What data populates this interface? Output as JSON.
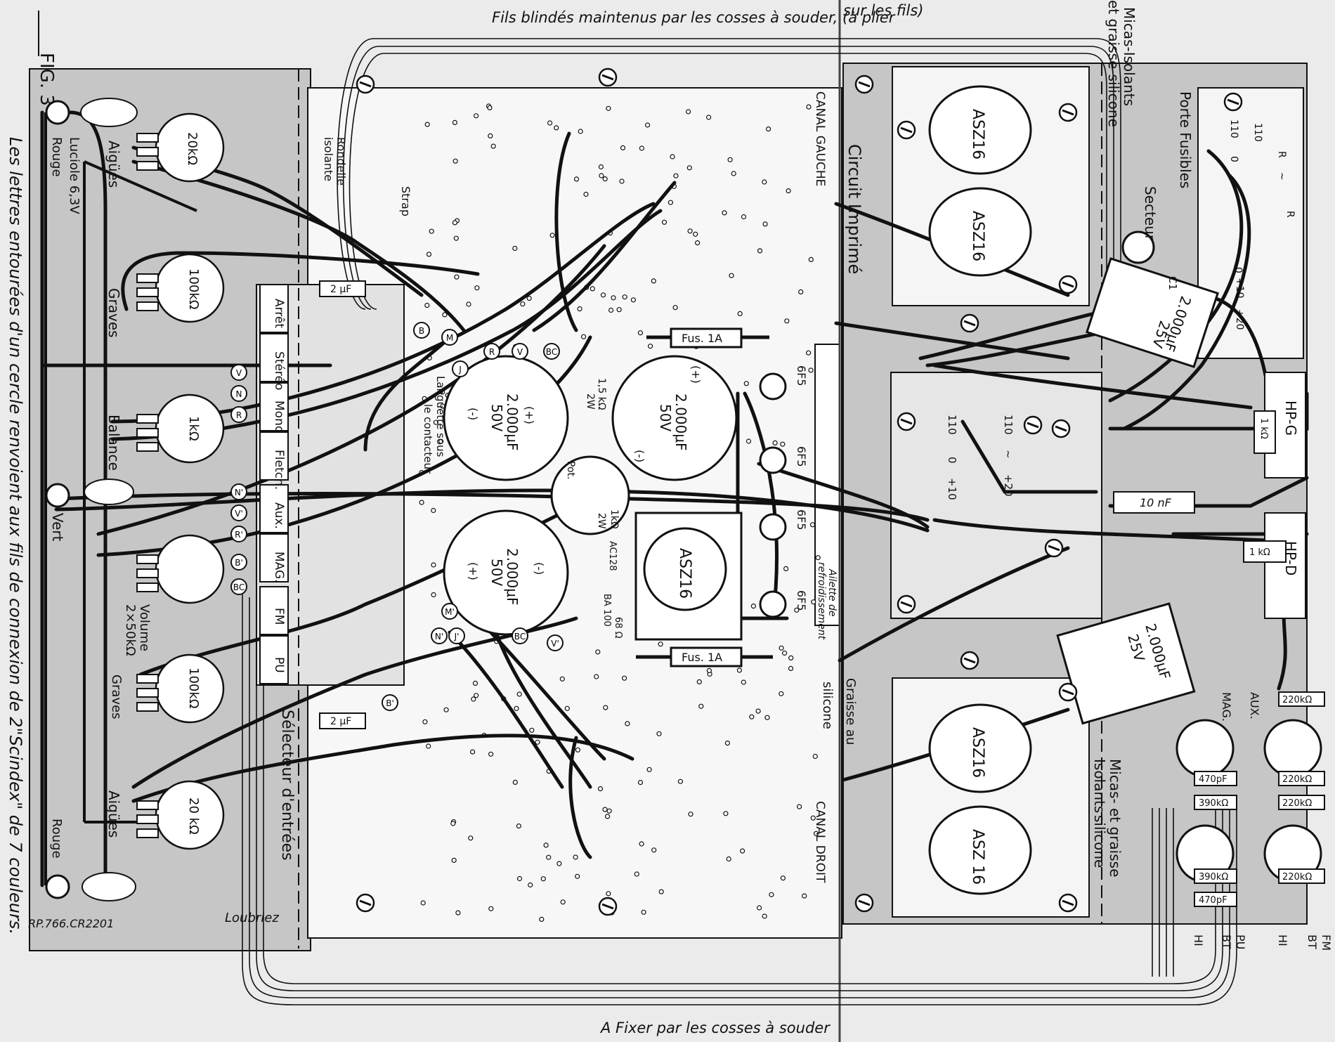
{
  "figure": {
    "label": "FIG. 3",
    "side_caption": "Les lettres entourées d'un cercle renvoient aux fils de connexion de 2\"Scindex\" de 7 couleurs.",
    "top_note_a": "Fils blindés maintenus par les cosses à souder, (à plier",
    "top_note_b": "sur les fils)",
    "bottom_note": "A Fixer par les cosses à souder",
    "credit": "RP.766.CR2201",
    "signature": "Loubriez"
  },
  "left_panel": {
    "pots": {
      "top_treble": "20kΩ",
      "top_bass": "100kΩ",
      "balance": "1kΩ",
      "bottom_bass": "100kΩ",
      "bottom_treble": "20 kΩ"
    },
    "labels": {
      "aigues_top": "Aigües",
      "graves_top": "Graves",
      "balance": "Balance",
      "volume_a": "Volume",
      "volume_b": "2×50kΩ",
      "graves_bottom": "Graves",
      "aigues_bottom": "Aigües",
      "lamp": "Luciole 6,3V",
      "rouge_top": "Rouge",
      "vert": "Vert",
      "rouge_bottom": "Rouge",
      "rondelle_a": "Rondelle",
      "rondelle_b": "isolante",
      "strap": "Strap",
      "selector": "Sélecteur d'entrées"
    },
    "selector_keys": [
      "Arrêt",
      "Stéréo",
      "Mono",
      "Fletch.",
      "Aux.",
      "MAG.",
      "FM",
      "PU"
    ],
    "caps": [
      "2 μF",
      "2 μF"
    ]
  },
  "board": {
    "canal_gauche": "CANAL GAUCHE",
    "canal_droit": "CANAL DROIT",
    "circuit": "Circuit Imprimé",
    "fuse_top": "Fus. 1A",
    "fuse_bottom": "Fus. 1A",
    "resistor_1": "1,5 kΩ",
    "resistor_1_w": "2W",
    "pot_label": "Pot.",
    "pot_value": "1kΩ",
    "pot_w": "2W",
    "ac128": "AC128",
    "ba100": "BA 100",
    "r68": "68 Ω",
    "languette_a": "Languette sous",
    "languette_b": "le contacteur",
    "ailette_a": "Ailette de",
    "ailette_b": "refroidissement",
    "graisse_a": "Graisse au",
    "graisse_b": "silicone",
    "tubes": [
      "6F5",
      "6F5",
      "6F5",
      "6F5"
    ],
    "big_caps": [
      {
        "value": "2.000μF",
        "volt": "50V",
        "polarity_a": "(+)",
        "polarity_b": "(-)"
      },
      {
        "value": "2.000μF",
        "volt": "50V",
        "polarity_a": "(+)",
        "polarity_b": "(-)"
      },
      {
        "value": "2.000μF",
        "volt": "50V",
        "polarity_a": "(-)",
        "polarity_b": "(+)"
      }
    ],
    "board_transistor": "ASZ16",
    "circled_letters": [
      "V",
      "N",
      "R",
      "B",
      "M",
      "J",
      "R",
      "V",
      "BC",
      "N'",
      "V'",
      "R'",
      "B'",
      "BC",
      "M'",
      "N'",
      "J'",
      "BC",
      "V'",
      "B'"
    ]
  },
  "right_panel": {
    "transistors": [
      "ASZ16",
      "ASZ16",
      "ASZ16",
      "ASZ 16"
    ],
    "micas_top_a": "Micas-Isolants",
    "micas_top_b": "et graisse-silicone",
    "porte_a": "Porte Fusibles",
    "secteur": "Secteur",
    "c1": "C1",
    "cap_top_value": "2.000μF",
    "cap_top_volt": "25V",
    "cap_bottom_value": "2.000μF",
    "cap_bottom_volt": "25V",
    "hp_g": "HP-G",
    "hp_d": "HP-D",
    "r1k_a": "1 kΩ",
    "r1k_b": "1 kΩ",
    "c10n": "10 nF",
    "transformer_taps": [
      "110",
      "0",
      "+10",
      "110",
      "~",
      "+20"
    ],
    "fuse_taps": [
      "110",
      "0",
      "110",
      "R",
      "~",
      "R",
      "0",
      "+10",
      "+20"
    ],
    "micas_bottom_a": "Micas-",
    "micas_bottom_b": "Isolants",
    "micas_bottom_c": "et graisse",
    "micas_bottom_d": "silicone",
    "mag": "MAG.",
    "aux": "AUX.",
    "pu_a": "PU",
    "pu_b": "BT",
    "pu_c": "HI",
    "fm_a": "FM",
    "fm_b": "BT",
    "fm_c": "HI",
    "input_resistors": [
      "220kΩ",
      "220kΩ",
      "470pF",
      "390kΩ",
      "220kΩ",
      "390kΩ",
      "470pF",
      "220kΩ"
    ]
  }
}
